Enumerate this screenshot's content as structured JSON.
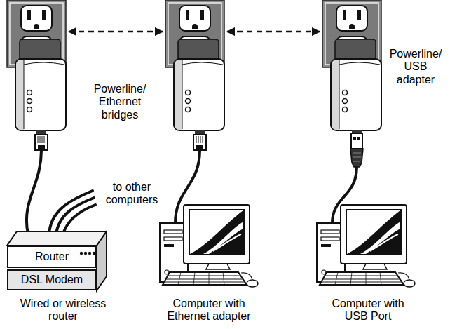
{
  "diagram": {
    "nodes": [
      {
        "text": [
          "Router"
        ]
      },
      {
        "text": [
          "DSL Modem"
        ]
      }
    ],
    "labels": [
      "Powerline/ Ethernet bridges",
      "Powerline/ USB adapter",
      "to other computers",
      "Wired or wireless router",
      "Computer with Ethernet adapter",
      "Computer with USB Port"
    ]
  }
}
